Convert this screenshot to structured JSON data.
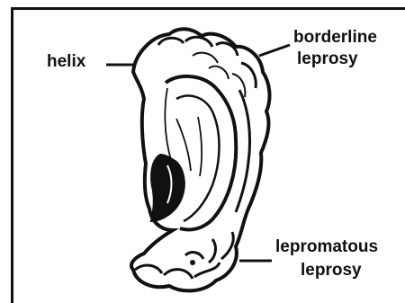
{
  "labels": {
    "helix": "helix",
    "borderline_line1": "borderline",
    "borderline_line2": "leprosy",
    "lepromatous_line1": "lepromatous",
    "lepromatous_line2": "leprosy"
  }
}
